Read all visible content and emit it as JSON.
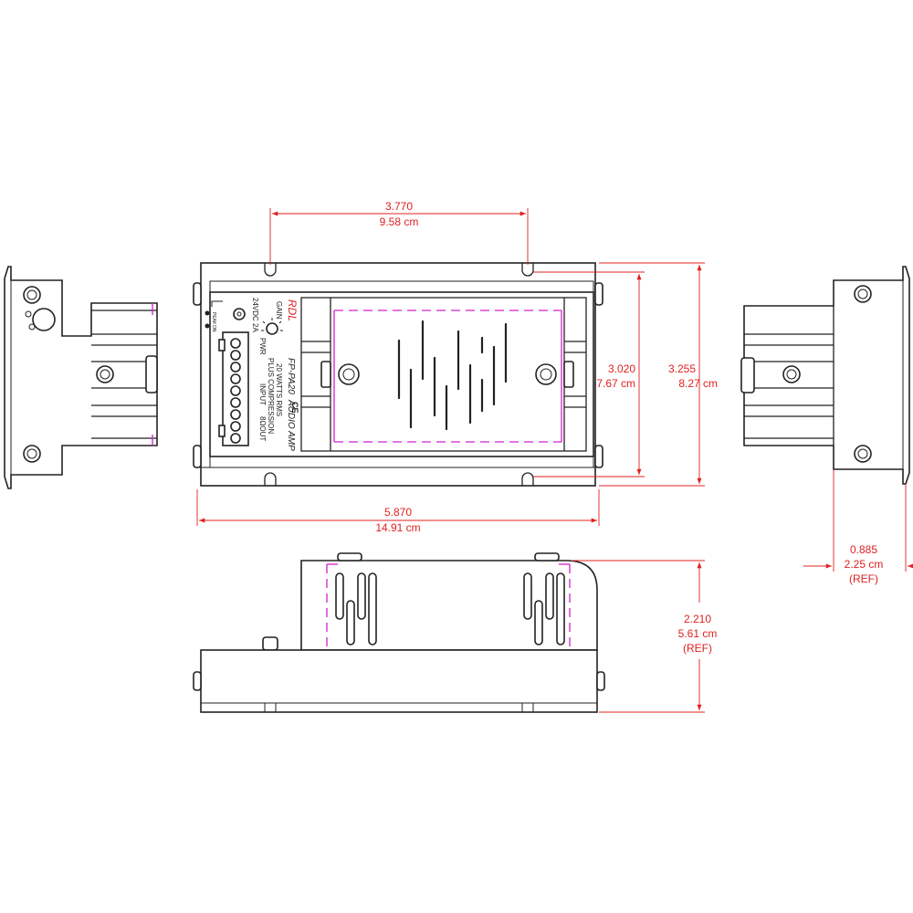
{
  "colors": {
    "outline": "#222222",
    "dimension": "#e02020",
    "hidden_edge": "#d020d0"
  },
  "labels": {
    "brand": "RDL",
    "model": "FP-PA20",
    "type": "AUDIO AMP",
    "line1": "20 WATTS RMS",
    "line2": "PLUS COMPRESSION",
    "gain": "GAIN",
    "power": "24VDC 2A",
    "pwr": "PWR",
    "input": "INPUT",
    "out": "8ΩOUT",
    "ce": "CE",
    "peak": "PEAK",
    "on": "ON"
  },
  "dimensions": {
    "mount_spacing": {
      "in": "3.770",
      "cm": "9.58 cm"
    },
    "overall_width": {
      "in": "5.870",
      "cm": "14.91 cm"
    },
    "inner_height": {
      "in": "3.020",
      "cm": "7.67 cm"
    },
    "overall_height": {
      "in": "3.255",
      "cm": "8.27 cm"
    },
    "side_depth": {
      "in": "0.885",
      "cm": "2.25 cm",
      "ref": "(REF)"
    },
    "depth": {
      "in": "2.210",
      "cm": "5.61 cm",
      "ref": "(REF)"
    }
  }
}
